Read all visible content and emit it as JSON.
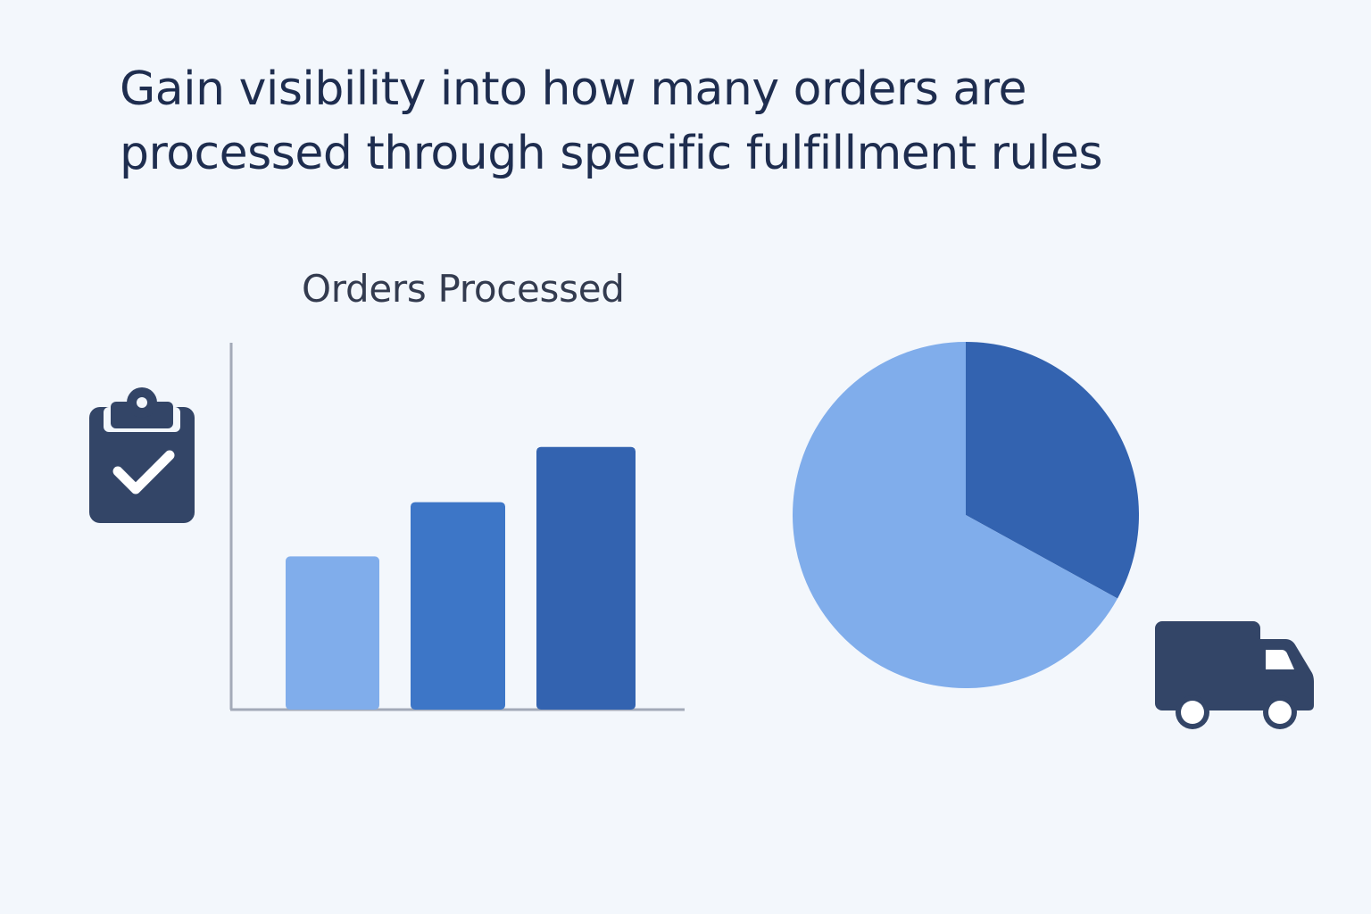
{
  "headline": {
    "line1": "Gain visibility into how many orders are",
    "line2": "processed through specific fulfillment rules"
  },
  "icons": {
    "clipboard": "clipboard-check-icon",
    "truck": "delivery-truck-icon"
  },
  "colors": {
    "light_blue": "#80adeb",
    "mid_blue": "#3d76c7",
    "dark_blue": "#3363b0",
    "icon_navy": "#334567",
    "axis": "#a3aab8"
  },
  "chart_data": [
    {
      "type": "bar",
      "title": "Orders Processed",
      "categories": [
        "",
        "",
        ""
      ],
      "values": [
        170,
        231,
        293
      ],
      "colors": [
        "#80adeb",
        "#3d76c7",
        "#3363b0"
      ],
      "ylim": [
        0,
        410
      ],
      "grid": false,
      "xlabel": "",
      "ylabel": ""
    },
    {
      "type": "pie",
      "values": [
        33,
        67
      ],
      "colors": [
        "#3363b0",
        "#80adeb"
      ],
      "start": "12 o'clock",
      "direction": "clockwise"
    }
  ]
}
